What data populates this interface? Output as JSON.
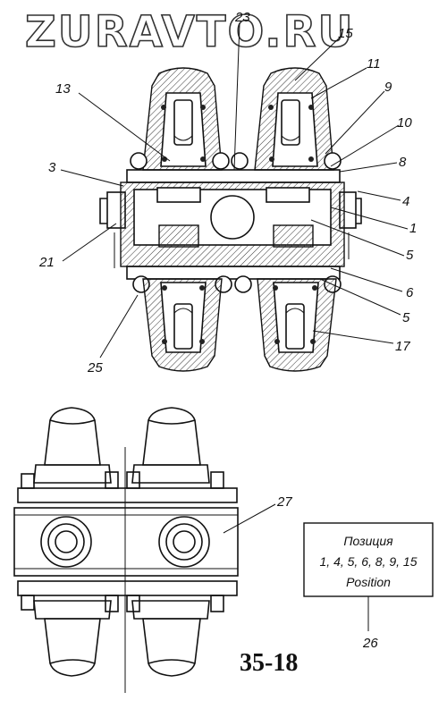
{
  "watermark": "ZURAVTO.RU",
  "figure_number": "35-18",
  "callouts": {
    "top": [
      "23",
      "15",
      "13",
      "11",
      "9",
      "10",
      "3",
      "8",
      "4",
      "1",
      "21",
      "5",
      "6",
      "5",
      "25",
      "17"
    ],
    "bottom": [
      "27",
      "26"
    ]
  },
  "position_box": {
    "title": "Позиция",
    "numbers": "1, 4, 5, 6, 8, 9, 15",
    "label": "Position"
  },
  "colors": {
    "ink": "#111111",
    "background": "#ffffff"
  }
}
